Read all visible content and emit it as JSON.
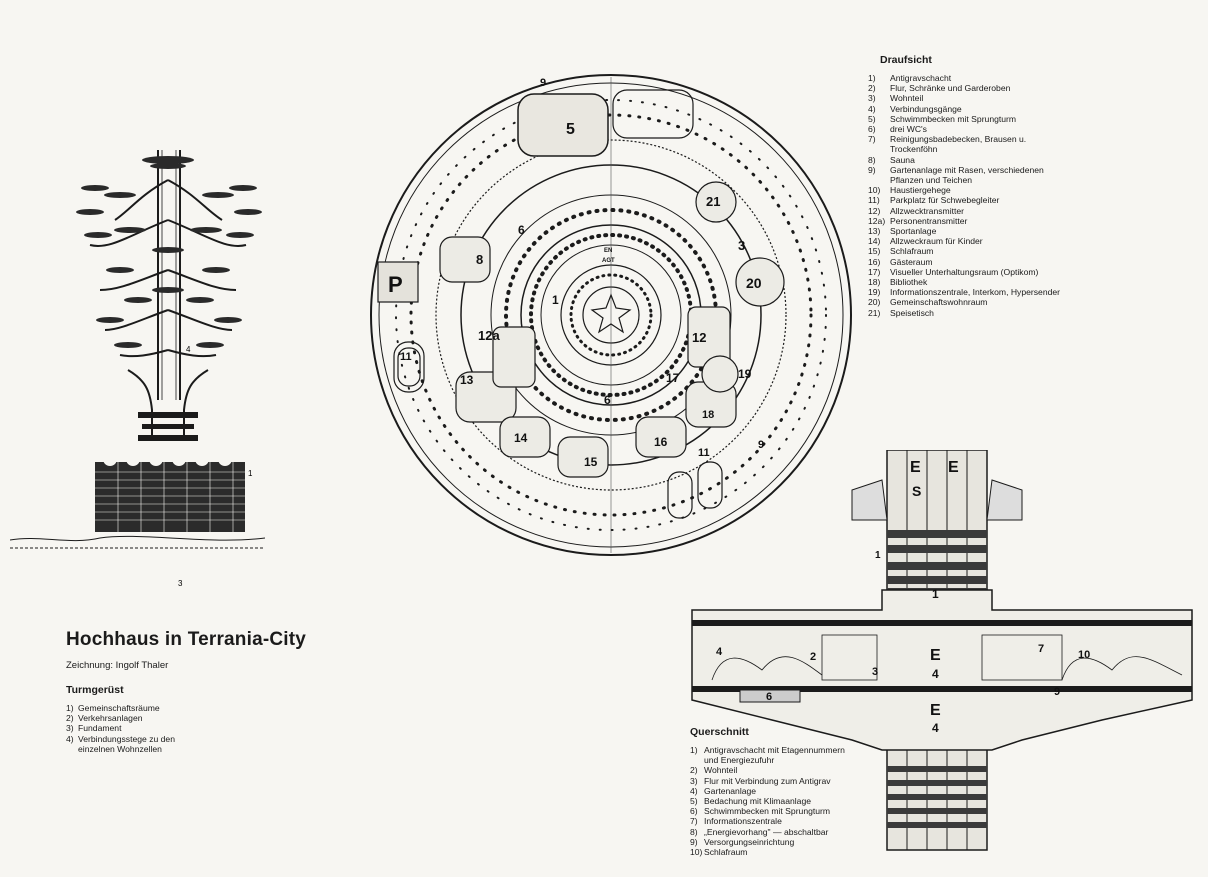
{
  "title": "Hochhaus in Terrania-City",
  "credit": "Zeichnung: Ingolf Thaler",
  "turmgeruest": {
    "heading": "Turmgerüst",
    "items": [
      {
        "n": "1)",
        "t": "Gemeinschaftsräume"
      },
      {
        "n": "2)",
        "t": "Verkehrsanlagen"
      },
      {
        "n": "3)",
        "t": "Fundament"
      },
      {
        "n": "4)",
        "t": "Verbindungsstege zu den\neinzelnen Wohnzellen"
      }
    ]
  },
  "draufsicht": {
    "heading": "Draufsicht",
    "items": [
      {
        "n": "1)",
        "t": "Antigravschacht"
      },
      {
        "n": "2)",
        "t": "Flur, Schränke und Garderoben"
      },
      {
        "n": "3)",
        "t": "Wohnteil"
      },
      {
        "n": "4)",
        "t": "Verbindungsgänge"
      },
      {
        "n": "5)",
        "t": "Schwimmbecken mit Sprungturm"
      },
      {
        "n": "6)",
        "t": "drei WC's"
      },
      {
        "n": "7)",
        "t": "Reinigungsbadebecken, Brausen u.\nTrockenföhn"
      },
      {
        "n": "8)",
        "t": "Sauna"
      },
      {
        "n": "9)",
        "t": "Gartenanlage mit Rasen, verschiedenen\nPflanzen und Teichen"
      },
      {
        "n": "10)",
        "t": "Haustiergehege"
      },
      {
        "n": "11)",
        "t": "Parkplatz für Schwebegleiter"
      },
      {
        "n": "12)",
        "t": "Allzwecktransmitter"
      },
      {
        "n": "12a)",
        "t": "Personentransmitter"
      },
      {
        "n": "13)",
        "t": "Sportanlage"
      },
      {
        "n": "14)",
        "t": "Allzweckraum für Kinder"
      },
      {
        "n": "15)",
        "t": "Schlafraum"
      },
      {
        "n": "16)",
        "t": "Gästeraum"
      },
      {
        "n": "17)",
        "t": "Visueller Unterhaltungsraum (Optikom)"
      },
      {
        "n": "18)",
        "t": "Bibliothek"
      },
      {
        "n": "19)",
        "t": "Informationszentrale, Interkom, Hypersender"
      },
      {
        "n": "20)",
        "t": "Gemeinschaftswohnraum"
      },
      {
        "n": "21)",
        "t": "Speisetisch"
      }
    ]
  },
  "querschnitt": {
    "heading": "Querschnitt",
    "items": [
      {
        "n": "1)",
        "t": "Antigravschacht mit Etagennummern\nund Energiezufuhr"
      },
      {
        "n": "2)",
        "t": "Wohnteil"
      },
      {
        "n": "3)",
        "t": "Flur mit Verbindung zum Antigrav"
      },
      {
        "n": "4)",
        "t": "Gartenanlage"
      },
      {
        "n": "5)",
        "t": "Bedachung mit Klimaanlage"
      },
      {
        "n": "6)",
        "t": "Schwimmbecken mit Sprungturm"
      },
      {
        "n": "7)",
        "t": "Informationszentrale"
      },
      {
        "n": "8)",
        "t": "„Energievorhang\" — abschaltbar"
      },
      {
        "n": "9)",
        "t": "Versorgungseinrichtung"
      },
      {
        "n": "10)",
        "t": "Schlafraum"
      }
    ]
  },
  "plan_labels": [
    "1",
    "3",
    "5",
    "6",
    "6",
    "8",
    "9",
    "9",
    "11",
    "11",
    "12",
    "12a",
    "13",
    "14",
    "15",
    "16",
    "17",
    "18",
    "19",
    "20",
    "21",
    "P",
    "EN",
    "AGT"
  ],
  "section_labels": [
    "1",
    "1",
    "2",
    "3",
    "4",
    "6",
    "7",
    "9",
    "10",
    "E",
    "E",
    "S",
    "E",
    "4",
    "E",
    "4"
  ],
  "tower_labels": [
    "4",
    "1",
    "3"
  ]
}
